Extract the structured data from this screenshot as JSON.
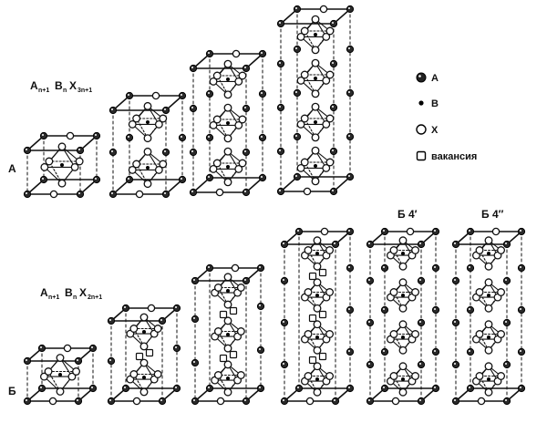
{
  "formulas": {
    "top": {
      "A": "A",
      "A_sub": "n+1",
      "B": "B",
      "B_sub": "n",
      "X": "X",
      "X_sub": "3n+1"
    },
    "bottom": {
      "A": "A",
      "A_sub": "n+1",
      "B": "B",
      "B_sub": "n",
      "X": "X",
      "X_sub": "2n+1"
    }
  },
  "row_labels": {
    "top": "А",
    "bottom": "Б"
  },
  "structure_labels": {
    "b4_prime": "Б 4′",
    "b4_double_prime": "Б 4″"
  },
  "legend": [
    {
      "label": "А",
      "symbol": "dark-circle-icon"
    },
    {
      "label": "В",
      "symbol": "dot-icon"
    },
    {
      "label": "Х",
      "symbol": "open-circle-icon"
    },
    {
      "label": "вакансия",
      "symbol": "open-square-icon"
    }
  ],
  "structures": {
    "top": [
      {
        "layers": 1,
        "vacancies": false
      },
      {
        "layers": 2,
        "vacancies": false
      },
      {
        "layers": 3,
        "vacancies": false
      },
      {
        "layers": 4,
        "vacancies": false
      }
    ],
    "bottom": [
      {
        "layers": 1,
        "vacancies": false
      },
      {
        "layers": 2,
        "vacancies": true
      },
      {
        "layers": 3,
        "vacancies": true
      },
      {
        "layers": 4,
        "vacancies": true
      },
      {
        "layers": 4,
        "vacancies": false
      },
      {
        "layers": 4,
        "vacancies": false
      }
    ]
  }
}
